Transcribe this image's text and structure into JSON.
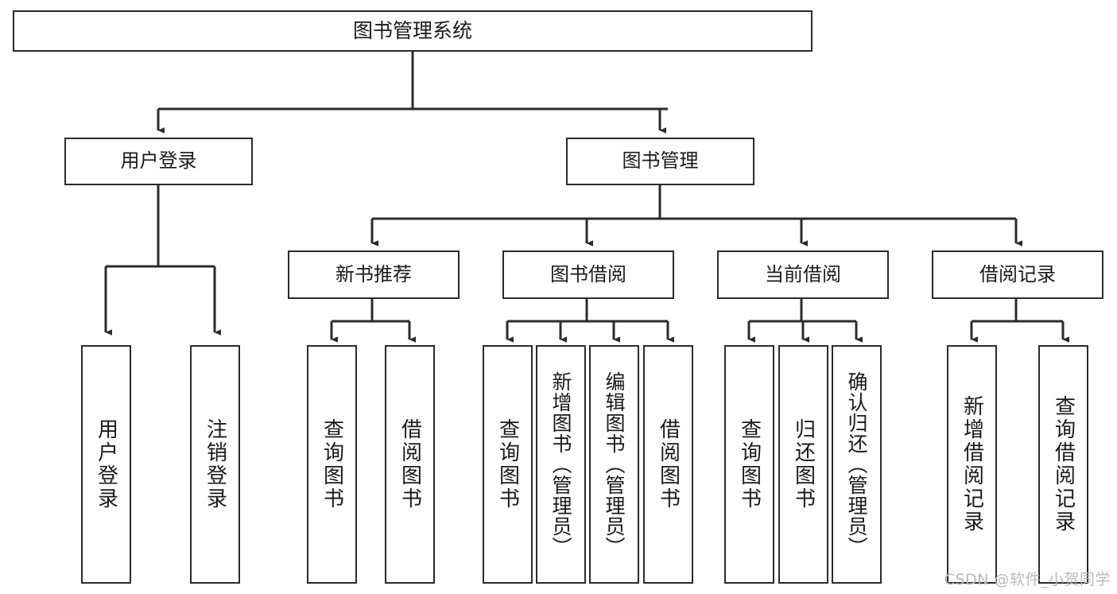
{
  "diagram": {
    "title": "图书管理系统",
    "type": "tree-hierarchy-chart",
    "colors": {
      "background": "#ffffff",
      "box_border": "#2b2b2b",
      "connector": "#2b2b2b",
      "text": "#1a1a1a",
      "watermark": "#b9b9b9"
    },
    "root": {
      "label": "图书管理系统"
    },
    "level1": [
      {
        "label": "用户登录"
      },
      {
        "label": "图书管理"
      }
    ],
    "level2": [
      {
        "label": "新书推荐"
      },
      {
        "label": "图书借阅"
      },
      {
        "label": "当前借阅"
      },
      {
        "label": "借阅记录"
      }
    ],
    "leaves": {
      "user_login": [
        {
          "label": "用户登录"
        },
        {
          "label": "注销登录"
        }
      ],
      "new_book_recommend": [
        {
          "label": "查询图书"
        },
        {
          "label": "借阅图书"
        }
      ],
      "book_borrow": [
        {
          "label": "查询图书"
        },
        {
          "label": "新增图书（管理员）"
        },
        {
          "label": "编辑图书（管理员）"
        },
        {
          "label": "借阅图书"
        }
      ],
      "current_borrow": [
        {
          "label": "查询图书"
        },
        {
          "label": "归还图书"
        },
        {
          "label": "确认归还（管理员）"
        }
      ],
      "borrow_record": [
        {
          "label": "新增借阅记录"
        },
        {
          "label": "查询借阅记录"
        }
      ]
    },
    "watermark": "CSDN @软件_小贺同学"
  }
}
